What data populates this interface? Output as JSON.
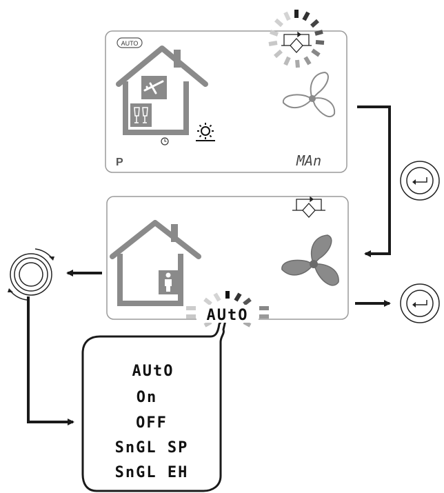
{
  "screen1": {
    "auto_badge": "AUTO",
    "program_letter": "P",
    "mode_code": "MAn"
  },
  "screen2": {
    "current_value": "AUtO"
  },
  "options_popup": {
    "items": [
      "AUtO",
      "On",
      "OFF",
      "SnGL SP",
      "SnGL EH"
    ]
  },
  "icons": {
    "confirm_button": "enter-icon",
    "rotary_knob": "rotary-knob-icon",
    "fan": "fan-icon",
    "bypass": "bypass-icon",
    "house": "house-icon",
    "person": "person-icon",
    "holiday": "airplane-icon",
    "party": "glasses-icon",
    "clock": "clock-icon",
    "sun": "sun-icon"
  },
  "colors": {
    "frame": "#7a7a7a",
    "icon_fill": "#8a8a8a",
    "arrow": "#1a1a1a",
    "blink_light": "#c8c8c8",
    "blink_dark": "#333333"
  }
}
